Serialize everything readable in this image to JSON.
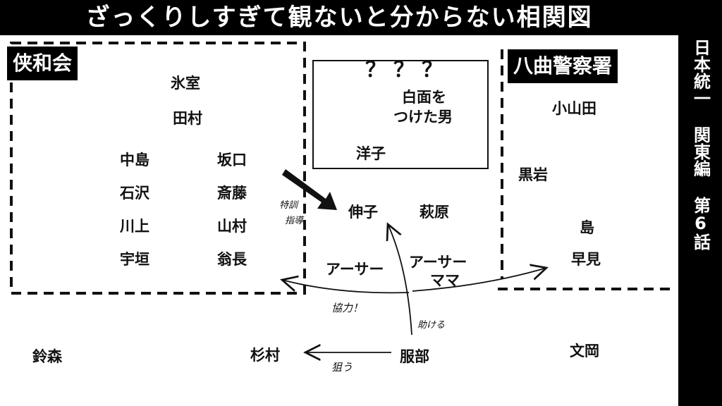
{
  "title": "ざっくりしすぎて観ないと分からない相関図",
  "side": "日本統一 関東編 第6話",
  "groups": {
    "kyowakai": "侠和会",
    "unknown": "？？？",
    "police": "八曲警察署"
  },
  "kyowakai_members": [
    "氷室",
    "田村",
    "中島",
    "坂口",
    "石沢",
    "斎藤",
    "川上",
    "山村",
    "宇垣",
    "翁長"
  ],
  "unknown_members": [
    "白面を",
    "つけた男",
    "洋子"
  ],
  "police_members": [
    "小山田",
    "黒岩",
    "島",
    "早見"
  ],
  "middle": [
    "伸子",
    "萩原",
    "アーサー",
    "アーサー",
    "ママ"
  ],
  "outside": [
    "鈴森",
    "杉村",
    "服部",
    "文岡"
  ],
  "annotations": {
    "training_1": "特訓",
    "training_2": "指導",
    "cooperate": "協力！",
    "help": "助ける",
    "target": "狙う"
  }
}
